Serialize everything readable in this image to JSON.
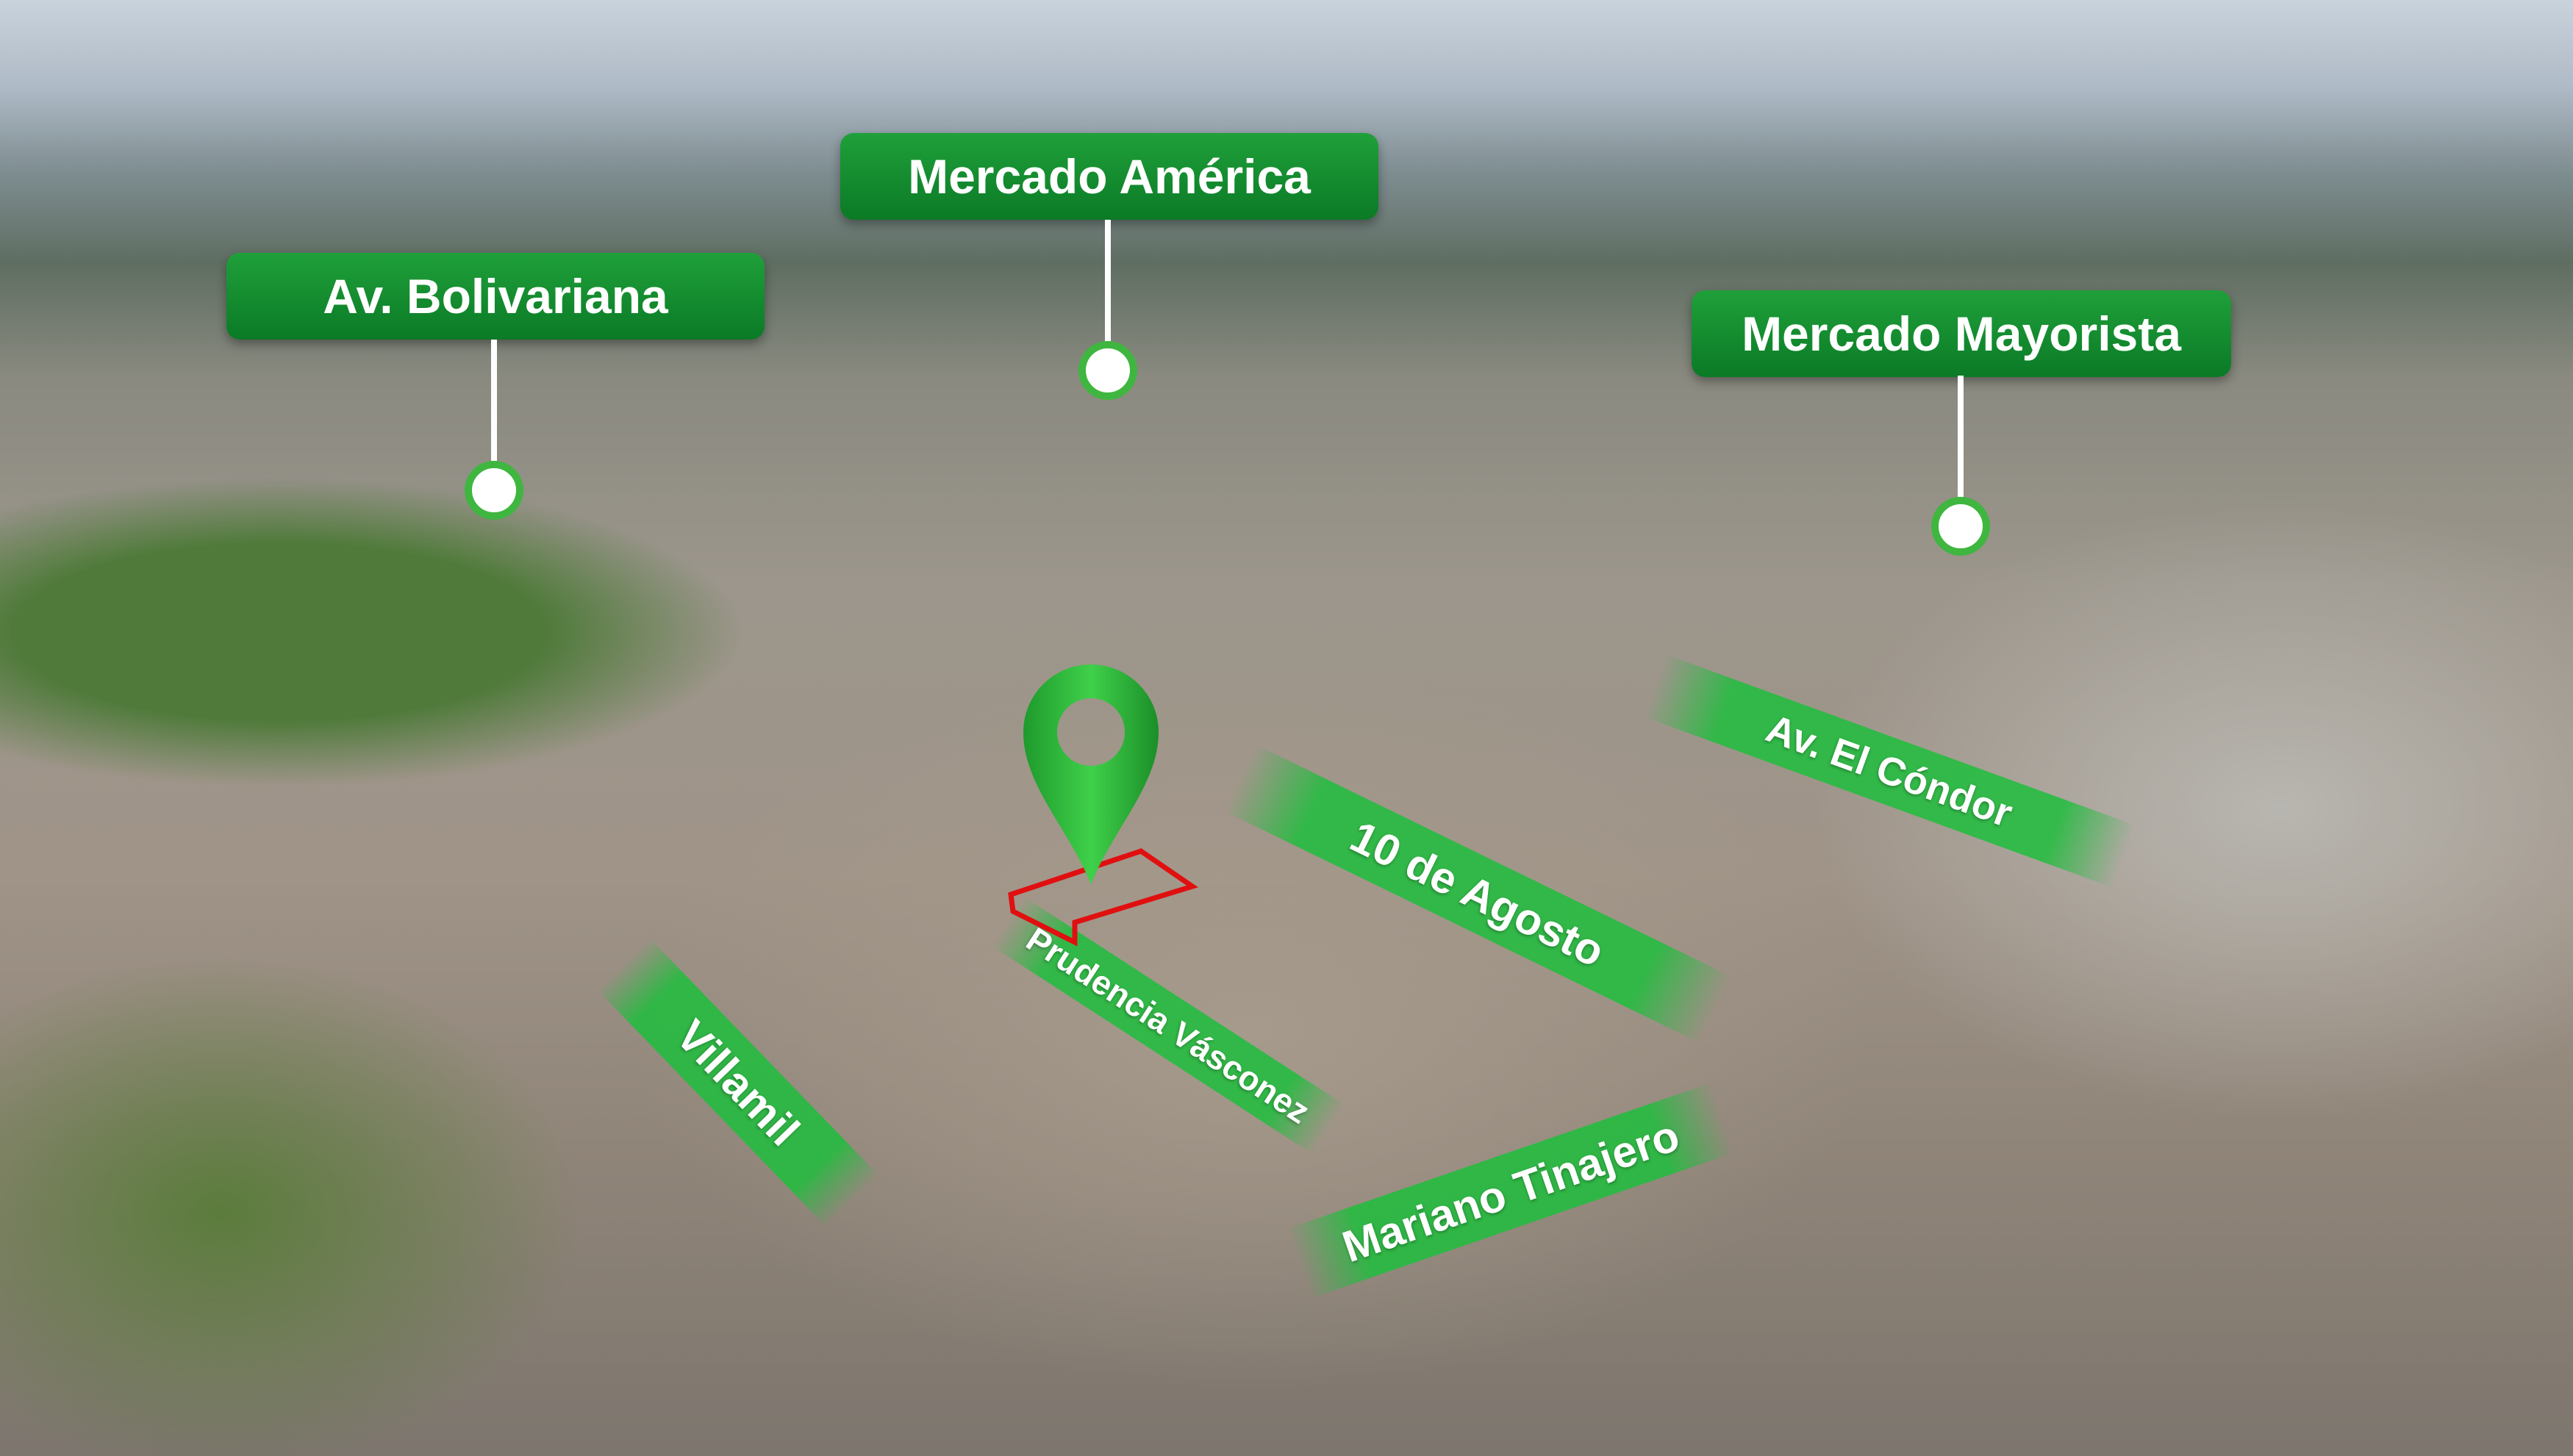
{
  "landmarks": [
    {
      "label": "Av. Bolivariana"
    },
    {
      "label": "Mercado América"
    },
    {
      "label": "Mercado Mayorista"
    }
  ],
  "streets": [
    {
      "label": "Villamil"
    },
    {
      "label": "Prudencia Vásconez"
    },
    {
      "label": "10 de Agosto"
    },
    {
      "label": "Av. El Cóndor"
    },
    {
      "label": "Mariano Tinajero"
    }
  ],
  "colors": {
    "label_green": "#0b7a26",
    "pin_green": "#2fb23a",
    "lot_outline": "#e01010"
  }
}
